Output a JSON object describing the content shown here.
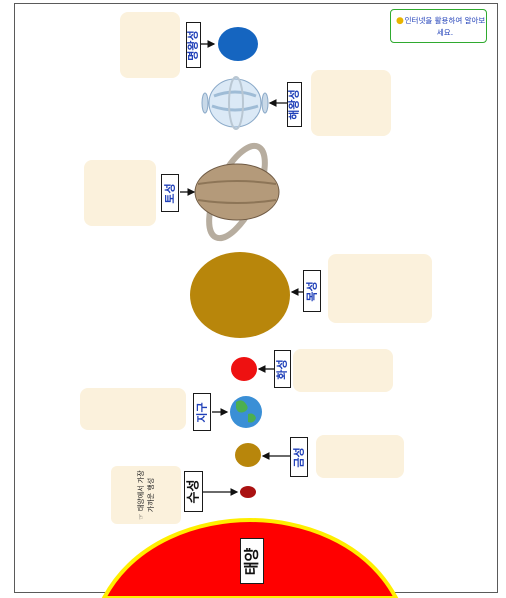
{
  "hint": {
    "text": "인터넷을 활용하여 알아보세요.",
    "icon": "lightbulb-icon"
  },
  "sun": {
    "label": "태양",
    "color": "#ff0000",
    "edge": "#ffee00"
  },
  "planets": {
    "neptune": {
      "label": "명왕성",
      "color": "#1565c0"
    },
    "uranus": {
      "label": "해왕성",
      "color": "#cfe3f5"
    },
    "saturn": {
      "label": "토성",
      "color": "#b49a7a"
    },
    "jupiter": {
      "label": "목성",
      "color": "#b8860b"
    },
    "mars": {
      "label": "화성",
      "color": "#ee1111"
    },
    "earth": {
      "label": "지구",
      "color": "#3a8fd6"
    },
    "venus": {
      "label": "금성",
      "color": "#b8860b"
    },
    "mercury": {
      "label": "수성",
      "color": "#aa1111"
    }
  },
  "mercury_note": "☞ 태양에서 가장 가까운 행성",
  "answer_box_color": "#fbf1dc"
}
